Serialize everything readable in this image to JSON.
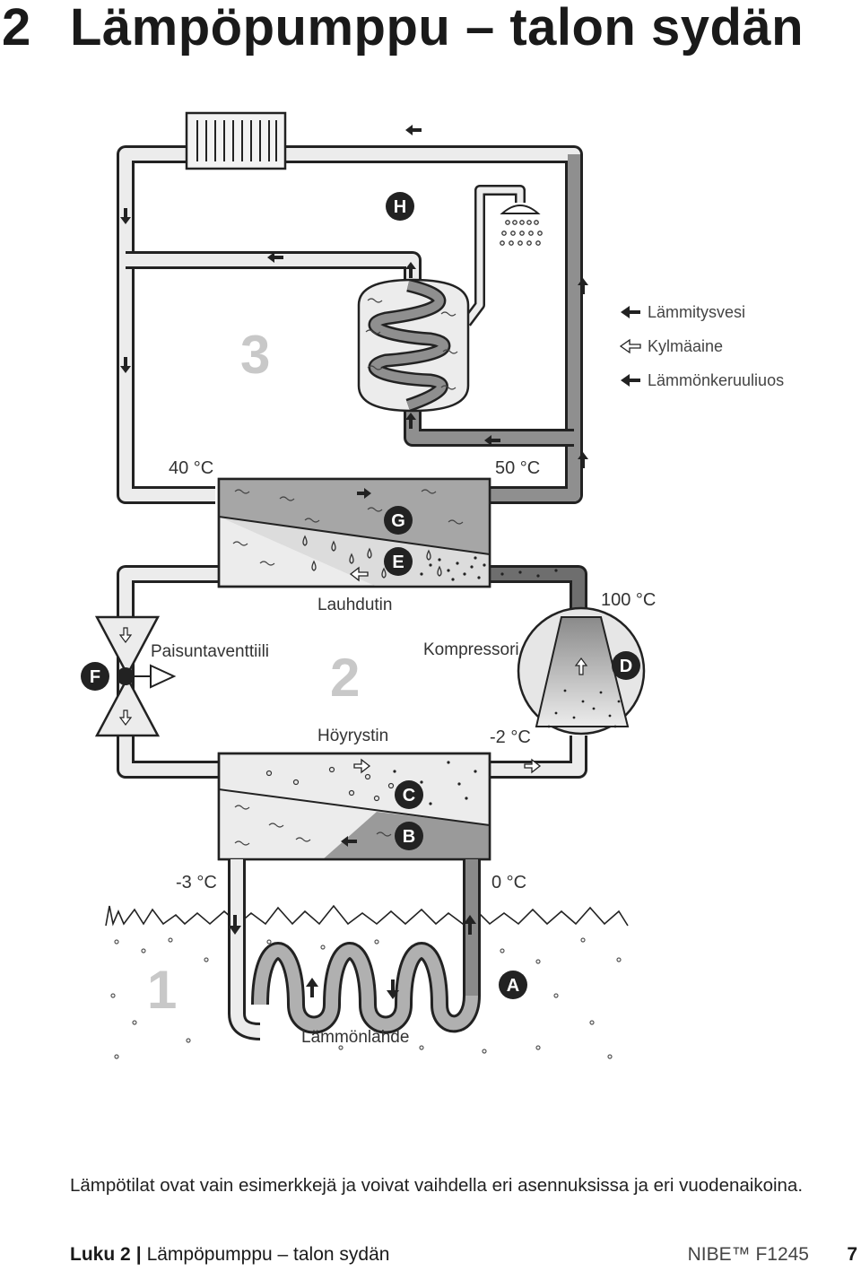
{
  "header": {
    "chapter_number": "2",
    "title": "Lämpöpumppu – talon sydän"
  },
  "diagram": {
    "legend": [
      "Lämmitysvesi",
      "Kylmäaine",
      "Lämmönkeruuliuos"
    ],
    "section_numbers": [
      "3",
      "2",
      "1"
    ],
    "badges": {
      "H": "H",
      "G": "G",
      "E": "E",
      "F": "F",
      "D": "D",
      "C": "C",
      "B": "B",
      "A": "A"
    },
    "labels": {
      "lauhdutin": "Lauhdutin",
      "paisuntaventtiili": "Paisuntaventtiili",
      "kompressori": "Kompressori",
      "hoyrystin": "Höyrystin",
      "lammonlahde": "Lämmönlähde"
    },
    "temperatures": {
      "t40": "40 °C",
      "t50": "50 °C",
      "t100": "100 °C",
      "tm2": "-2 °C",
      "tm3": "-3 °C",
      "t0": "0 °C"
    }
  },
  "caption": "Lämpötilat ovat vain esimerkkejä ja voivat vaihdella eri asennuksissa ja eri vuodenaikoina.",
  "footer": {
    "chapter": "Luku 2",
    "separator": "|",
    "chapter_title": "Lämpöpumppu – talon sydän",
    "product": "NIBE™ F1245",
    "page": "7"
  }
}
